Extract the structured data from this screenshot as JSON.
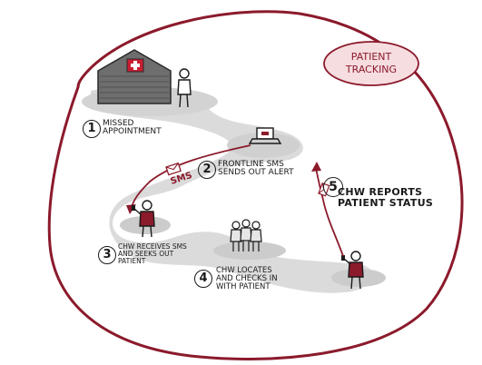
{
  "badge": {
    "line1": "PATIENT",
    "line2": "TRACKING",
    "color": "#8b1a2b"
  },
  "steps": [
    {
      "number": "1",
      "lines": [
        "MISSED",
        "APPOINTMENT"
      ]
    },
    {
      "number": "2",
      "lines": [
        "FRONTLINE SMS",
        "SENDS OUT ALERT"
      ]
    },
    {
      "number": "3",
      "lines": [
        "CHW RECEIVES SMS",
        "AND SEEKS OUT",
        "PATIENT"
      ]
    },
    {
      "number": "4",
      "lines": [
        "CHW LOCATES",
        "AND CHECKS IN",
        "WITH PATIENT"
      ]
    },
    {
      "number": "5",
      "lines": [
        "CHW REPORTS",
        "PATIENT STATUS"
      ]
    }
  ],
  "sms_label": "SMS",
  "colors": {
    "accent": "#8b1a2b",
    "ink": "#1a1a1a",
    "path": "#d9d9d9",
    "brick": "#6e6e6e"
  }
}
